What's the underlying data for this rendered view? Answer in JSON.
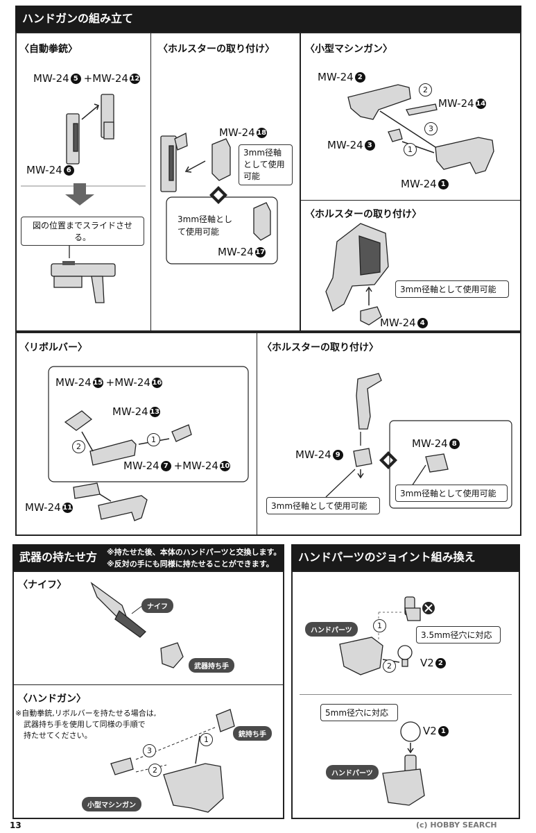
{
  "top": {
    "header": "ハンドガンの組み立て",
    "auto_pistol": {
      "title": "〈自動拳銃〉",
      "parts_a": "MW-24",
      "parts_a_n1": "5",
      "parts_a_plus": "+MW-24",
      "parts_a_n2": "12",
      "parts_b": "MW-24",
      "parts_b_n": "6",
      "slide_note": "図の位置までスライドさせる。"
    },
    "holster1": {
      "title": "〈ホルスターの取り付け〉",
      "part_a": "MW-24",
      "part_a_n": "18",
      "note_a": "3mm径軸として使用可能",
      "note_b": "3mm径軸として使用可能",
      "part_b": "MW-24",
      "part_b_n": "17"
    },
    "smg": {
      "title": "〈小型マシンガン〉",
      "p1": "MW-24",
      "p1_n": "2",
      "p2": "MW-24",
      "p2_n": "14",
      "p3": "MW-24",
      "p3_n": "3",
      "p4": "MW-24",
      "p4_n": "1",
      "s1": "1",
      "s2": "2",
      "s3": "3"
    },
    "holster2": {
      "title": "〈ホルスターの取り付け〉",
      "note": "3mm径軸として使用可能",
      "part": "MW-24",
      "part_n": "4"
    }
  },
  "middle": {
    "revolver": {
      "title": "〈リボルバー〉",
      "p1": "MW-24",
      "p1_n1": "15",
      "p1_plus": "+MW-24",
      "p1_n2": "16",
      "p2": "MW-24",
      "p2_n": "13",
      "p3": "MW-24",
      "p3_n1": "7",
      "p3_plus": "+MW-24",
      "p3_n2": "10",
      "p4": "MW-24",
      "p4_n": "11",
      "s1": "1",
      "s2": "2"
    },
    "holster3": {
      "title": "〈ホルスターの取り付け〉",
      "p1": "MW-24",
      "p1_n": "9",
      "p2": "MW-24",
      "p2_n": "8",
      "note_a": "3mm径軸として使用可能",
      "note_b": "3mm径軸として使用可能"
    }
  },
  "weapons": {
    "header": "武器の持たせ方",
    "note1": "※持たせた後、本体のハンドパーツと交換します。",
    "note2": "※反対の手にも同様に持たせることができます。",
    "knife": {
      "title": "〈ナイフ〉",
      "label": "ナイフ",
      "hand": "武器持ち手"
    },
    "handgun": {
      "title": "〈ハンドガン〉",
      "note1": "※自動拳銃,リボルバーを持たせる場合は,",
      "note2": "武器持ち手を使用して同様の手順で",
      "note3": "持たせてください。",
      "hand": "銃持ち手",
      "smg": "小型マシンガン",
      "s1": "1",
      "s2": "2",
      "s3": "3"
    }
  },
  "joint": {
    "header": "ハンドパーツのジョイント組み換え",
    "hand1": "ハンドパーツ",
    "note1": "3.5mm径穴に対応",
    "v1": "V2",
    "v1_n": "2",
    "s1": "1",
    "s2": "2",
    "note2": "5mm径穴に対応",
    "v2": "V2",
    "v2_n": "1",
    "hand2": "ハンドパーツ"
  },
  "footer": {
    "page": "13",
    "watermark": "(c) HOBBY SEARCH"
  }
}
